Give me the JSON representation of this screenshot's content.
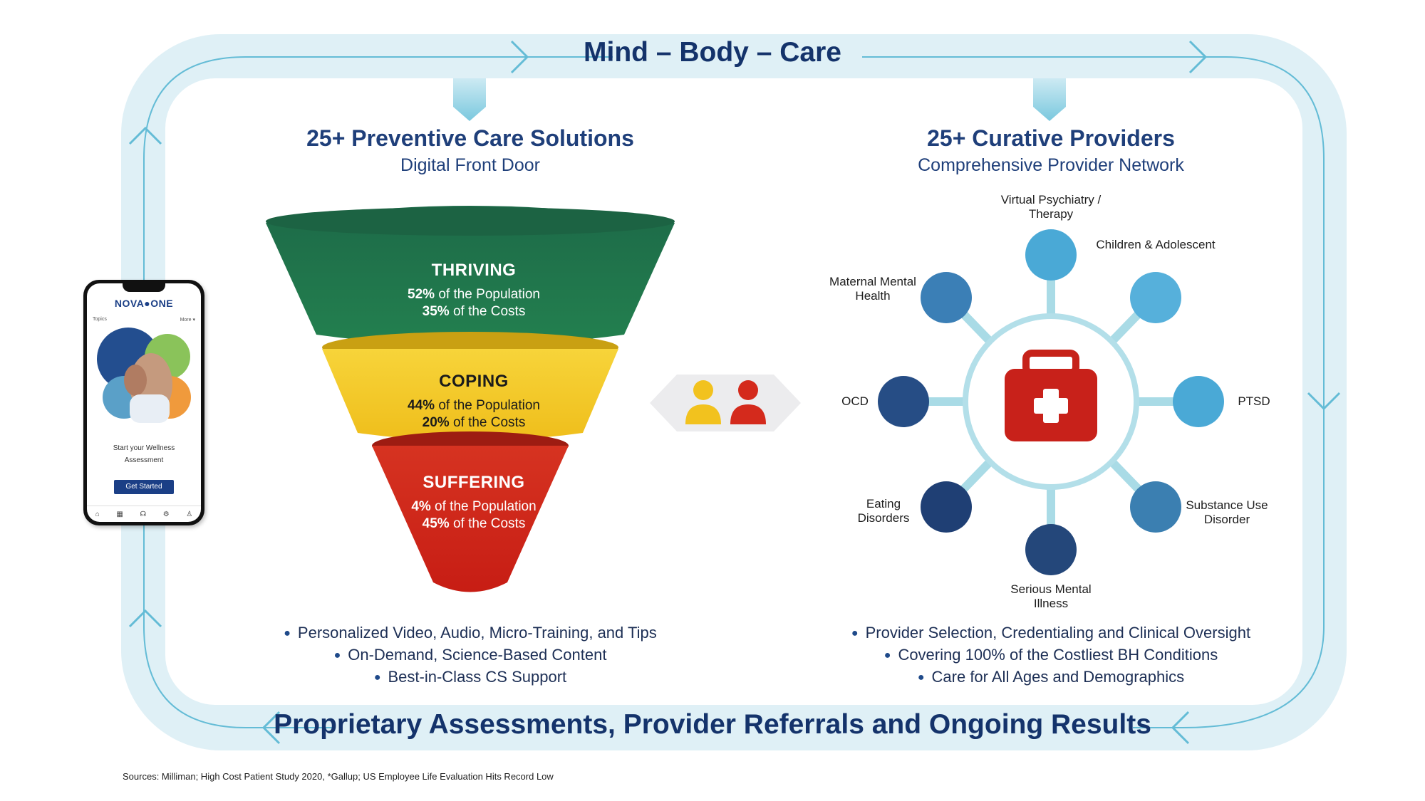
{
  "header": {
    "title": "Mind – Body – Care"
  },
  "footer": {
    "title": "Proprietary Assessments, Provider Referrals and Ongoing Results"
  },
  "left": {
    "title": "25+ Preventive Care Solutions",
    "subtitle": "Digital Front Door",
    "tiers": [
      {
        "name": "THRIVING",
        "pop_pct": "52%",
        "pop_text": " of the Population",
        "cost_pct": "35%",
        "cost_text": " of the Costs",
        "color": "#1f6e4a"
      },
      {
        "name": "COPING",
        "pop_pct": "44%",
        "pop_text": " of the Population",
        "cost_pct": "20%",
        "cost_text": " of the Costs",
        "color": "#f2c521"
      },
      {
        "name": "SUFFERING",
        "pop_pct": "4%",
        "pop_text": " of the Population",
        "cost_pct": "45%",
        "cost_text": " of the Costs",
        "color": "#d42a1c"
      }
    ],
    "bullets": [
      "Personalized Video, Audio, Micro-Training, and Tips",
      "On-Demand, Science-Based Content",
      "Best-in-Class CS Support"
    ]
  },
  "right": {
    "title": "25+ Curative Providers",
    "subtitle": "Comprehensive Provider Network",
    "nodes": [
      {
        "label": "Virtual Psychiatry / Therapy",
        "color": "#4aa9d6"
      },
      {
        "label": "Children & Adolescent",
        "color": "#56b0db"
      },
      {
        "label": "PTSD",
        "color": "#4aa9d6"
      },
      {
        "label": "Substance Use Disorder",
        "color": "#3b7fb1"
      },
      {
        "label": "Serious Mental Illness",
        "color": "#24477a"
      },
      {
        "label": "Eating Disorders",
        "color": "#1f3f74"
      },
      {
        "label": "OCD",
        "color": "#264d85"
      },
      {
        "label": "Maternal Mental Health",
        "color": "#3b7fb6"
      }
    ],
    "bullets": [
      "Provider Selection, Credentialing and Clinical Oversight",
      "Covering 100% of the Costliest BH Conditions",
      "Care for All Ages and Demographics"
    ]
  },
  "phone": {
    "logo": "NOVA●ONE",
    "topics": "Topics",
    "more": "More ▾",
    "cta_text_1": "Start your Wellness",
    "cta_text_2": "Assessment",
    "button": "Get Started",
    "nav_icons": [
      "home-icon",
      "calendar-icon",
      "headset-icon",
      "settings-icon",
      "profile-icon"
    ]
  },
  "source": "Sources: Milliman; High Cost Patient Study 2020, *Gallup; US Employee Life Evaluation Hits Record Low"
}
